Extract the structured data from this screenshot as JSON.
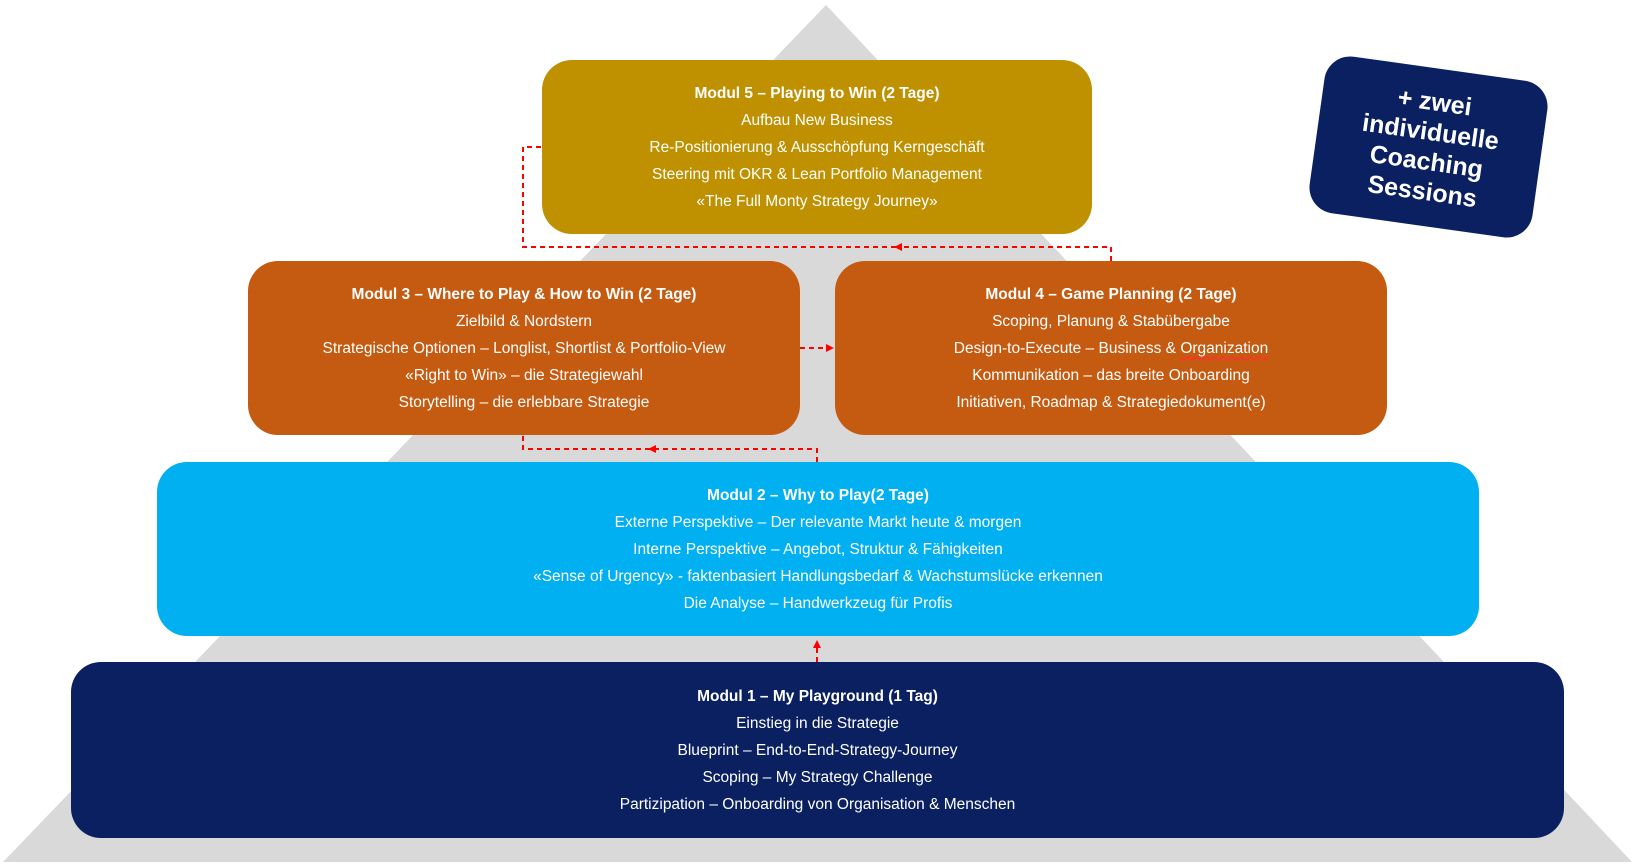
{
  "modules": [
    {
      "id": "modul-5",
      "title": "Modul 5 – Playing to Win (2 Tage)",
      "lines": [
        "Aufbau New Business",
        "Re-Positionierung & Ausschöpfung Kerngeschäft",
        "Steering mit OKR & Lean Portfolio Management",
        "«The Full Monty Strategy Journey»"
      ],
      "color": "#bf9000"
    },
    {
      "id": "modul-3",
      "title": "Modul 3 – Where to Play & How to Win (2 Tage)",
      "lines": [
        "Zielbild & Nordstern",
        "Strategische Optionen – Longlist, Shortlist & Portfolio-View",
        "«Right to Win» – die Strategiewahl",
        "Storytelling – die erlebbare Strategie"
      ],
      "color": "#c55a11"
    },
    {
      "id": "modul-4",
      "title": "Modul 4 – Game Planning (2 Tage)",
      "lines": [
        "Scoping, Planung & Stabübergabe",
        "Design-to-Execute – Business & Organization",
        "Kommunikation – das breite Onboarding",
        "Initiativen, Roadmap & Strategiedokument(e)"
      ],
      "line2_parts": [
        "Design-to-Execute – Business & ",
        "Organization"
      ],
      "color": "#c55a11"
    },
    {
      "id": "modul-2",
      "title": "Modul 2 – Why to Play(2 Tage)",
      "lines": [
        "Externe Perspektive – Der relevante Markt heute & morgen",
        "Interne Perspektive – Angebot, Struktur & Fähigkeiten",
        "«Sense of Urgency» - faktenbasiert Handlungsbedarf & Wachstumslücke erkennen",
        "Die Analyse – Handwerkzeug für Profis"
      ],
      "color": "#00b0f0"
    },
    {
      "id": "modul-1",
      "title": "Modul 1 – My Playground (1 Tag)",
      "lines": [
        "Einstieg in die Strategie",
        "Blueprint – End-to-End-Strategy-Journey",
        "Scoping – My Strategy Challenge",
        "Partizipation –  Onboarding von Organisation & Menschen"
      ],
      "color": "#0b2060"
    }
  ],
  "coaching_badge": {
    "lines": [
      "+ zwei",
      "individuelle",
      "Coaching",
      "Sessions"
    ],
    "color": "#0b2060"
  },
  "colors": {
    "pyramid": "#d9d9d9",
    "arrow": "#ff0000"
  }
}
